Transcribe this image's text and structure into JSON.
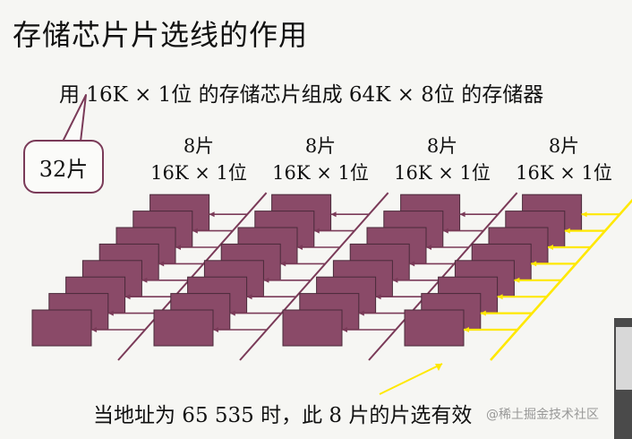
{
  "slide": {
    "title": "存储芯片片选线的作用",
    "subtitle": "用 16K × 1位 的存储芯片组成 64K × 8位 的存储器",
    "callout": "32片",
    "groups": [
      {
        "count": "8片",
        "spec": "16K × 1位"
      },
      {
        "count": "8片",
        "spec": "16K × 1位"
      },
      {
        "count": "8片",
        "spec": "16K × 1位"
      },
      {
        "count": "8片",
        "spec": "16K × 1位"
      }
    ],
    "footer": "当地址为 65 535 时，此 8 片的片选有效",
    "watermark": "@稀土掘金技术社区"
  },
  "colors": {
    "chip_fill": "#8a4a68",
    "chip_border": "#4a2a3a",
    "select_line_inactive": "#7a3a58",
    "select_line_active": "#ffe800"
  }
}
